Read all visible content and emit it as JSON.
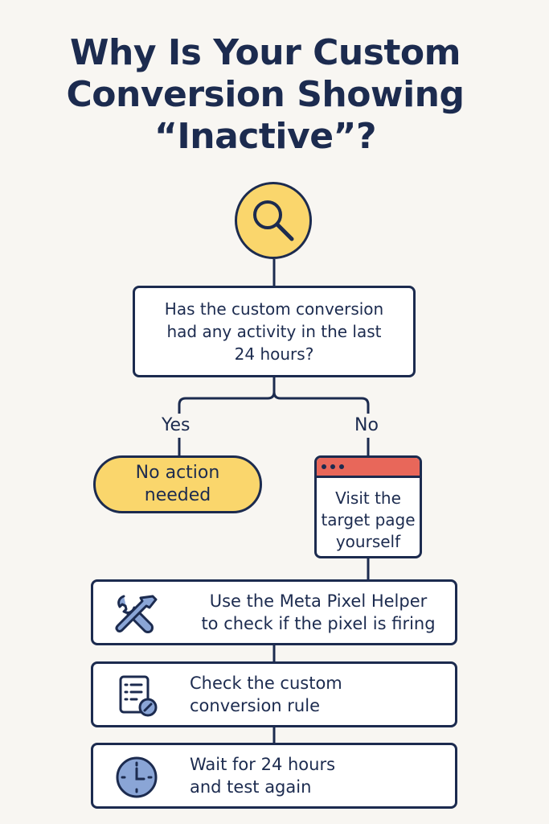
{
  "title": {
    "line1": "Why Is Your Custom",
    "line2": "Conversion Showing",
    "line3": "“Inactive”?"
  },
  "start_icon": "search-icon",
  "question": {
    "line1": "Has the custom conversion",
    "line2": "had any activity in the last",
    "line3": "24 hours?"
  },
  "branches": {
    "yes_label": "Yes",
    "no_label": "No"
  },
  "yes_result": {
    "line1": "No action",
    "line2": "needed"
  },
  "no_result": {
    "icon": "browser-window-icon",
    "line1": "Visit the",
    "line2": "target page",
    "line3": "yourself"
  },
  "steps": [
    {
      "icon": "tools-icon",
      "line1": "Use the Meta Pixel Helper",
      "line2": "to check if the pixel is firing"
    },
    {
      "icon": "checklist-icon",
      "line1": "Check the custom",
      "line2": "conversion rule"
    },
    {
      "icon": "clock-icon",
      "line1": "Wait for 24 hours",
      "line2": "and test again"
    }
  ],
  "colors": {
    "navy": "#1c2b4f",
    "yellow": "#fad66c",
    "red": "#e8675a",
    "clock_blue": "#8aa5d6",
    "background": "#f8f6f2"
  }
}
